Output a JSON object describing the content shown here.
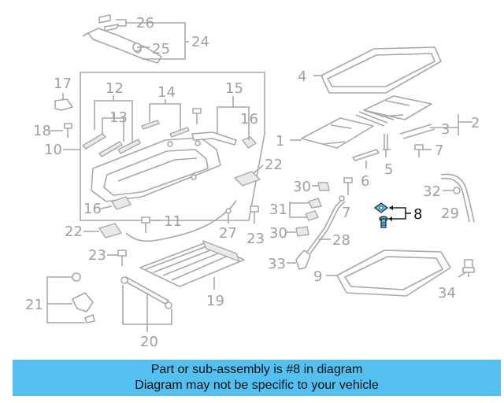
{
  "callouts": {
    "c1": "1",
    "c2": "2",
    "c3": "3",
    "c4": "4",
    "c5": "5",
    "c6": "6",
    "c7": "7",
    "c7b": "7",
    "c8": "8",
    "c9": "9",
    "c10": "10",
    "c11": "11",
    "c12": "12",
    "c13": "13",
    "c14": "14",
    "c15": "15",
    "c16a": "16",
    "c16b": "16",
    "c17": "17",
    "c18": "18",
    "c19": "19",
    "c20": "20",
    "c21": "21",
    "c22a": "22",
    "c22b": "22",
    "c23a": "23",
    "c23b": "23",
    "c24": "24",
    "c25": "25",
    "c26": "26",
    "c27": "27",
    "c28": "28",
    "c29": "29",
    "c30a": "30",
    "c30b": "30",
    "c31": "31",
    "c32": "32",
    "c33": "33",
    "c34": "34"
  },
  "highlight": {
    "part_number": "8",
    "color": "#53c0f0"
  },
  "banner": {
    "line1": "Part or sub-assembly is #8 in diagram",
    "line2": "Diagram may not be specific to your vehicle"
  }
}
